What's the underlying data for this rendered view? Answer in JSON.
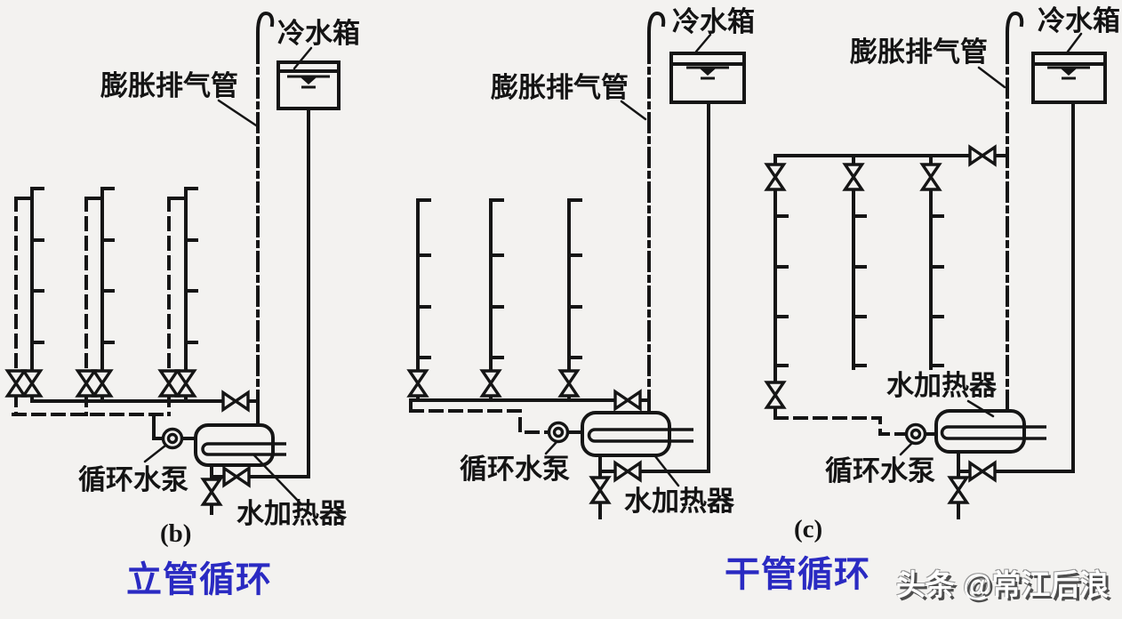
{
  "colors": {
    "background": "#f3f2f0",
    "line": "#151515",
    "caption_blue": "#2a2ac2",
    "watermark_fill": "#ffffff",
    "watermark_shadow": "#4d4d4d"
  },
  "diagrams": {
    "left": {
      "letter": "(b)",
      "caption": "立管循环",
      "labels": {
        "tank": "冷水箱",
        "expansion_pipe": "膨胀排气管",
        "pump": "循环水泵",
        "heater": "水加热器"
      }
    },
    "middle": {
      "labels": {
        "tank": "冷水箱",
        "expansion_pipe": "膨胀排气管",
        "pump": "循环水泵",
        "heater": "水加热器"
      }
    },
    "right": {
      "letter": "(c)",
      "caption": "干管循环",
      "labels": {
        "tank": "冷水箱",
        "expansion_pipe": "膨胀排气管",
        "pump": "循环水泵",
        "heater": "水加热器"
      }
    }
  },
  "watermark": {
    "text": "头条 @常江后浪"
  }
}
